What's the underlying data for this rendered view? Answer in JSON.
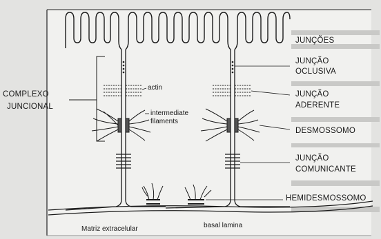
{
  "figure": {
    "left_label": [
      "COMPLEXO",
      "JUNCIONAL"
    ],
    "annotations": {
      "actin": "actin",
      "intermediate_filaments": [
        "intermediate",
        "filaments"
      ],
      "basal_lamina": "basal lamina",
      "matriz": "Matriz extracelular"
    },
    "right_panel": {
      "header": "JUNÇÕES",
      "items": [
        [
          "JUNÇÃO",
          "OCLUSIVA"
        ],
        [
          "JUNÇÃO",
          "ADERENTE"
        ],
        [
          "DESMOSSOMO"
        ],
        [
          "JUNÇÃO",
          "COMUNICANTE"
        ],
        [
          "HEMIDESMOSSOMO"
        ]
      ]
    }
  }
}
